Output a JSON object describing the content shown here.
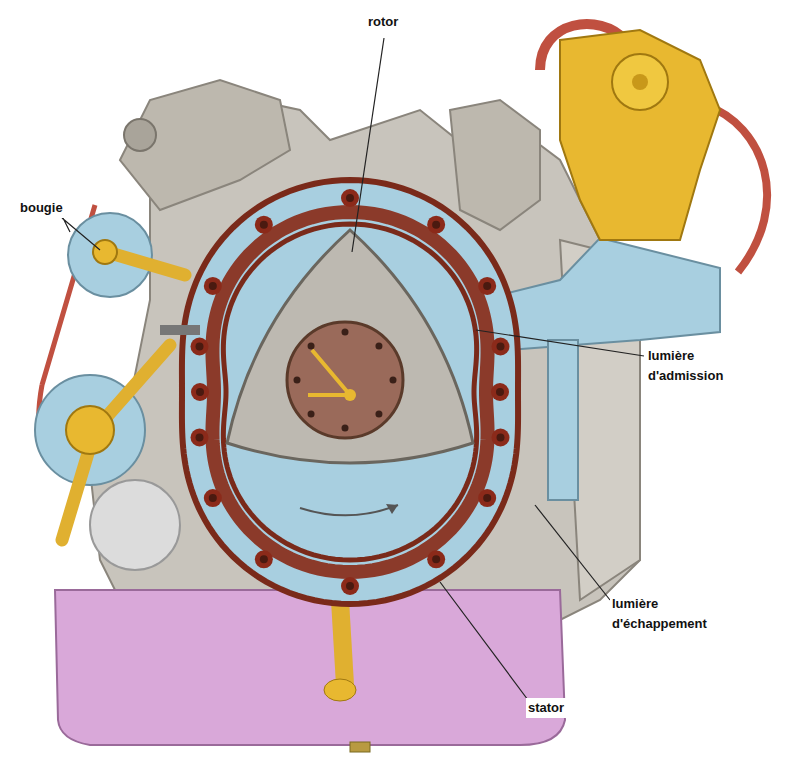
{
  "diagram": {
    "labels": [
      "rotor",
      "bougie",
      "lumière d'admission",
      "lumière d'échappement",
      "stator"
    ]
  }
}
